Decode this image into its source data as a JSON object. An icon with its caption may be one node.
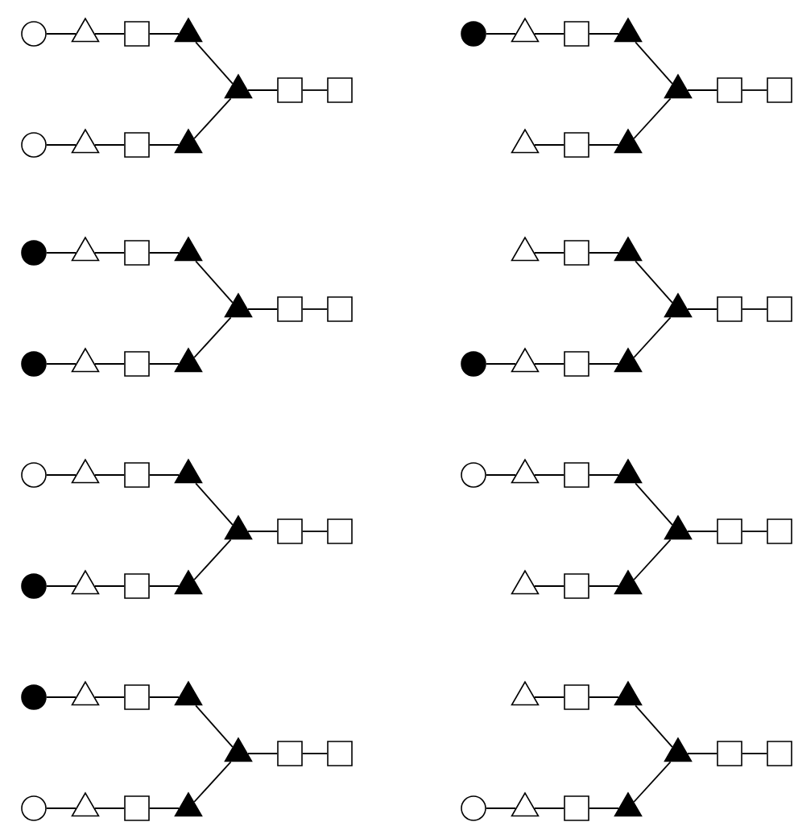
{
  "diagram": {
    "nodes": [
      {
        "text": [],
        "shape": "circle"
      },
      {
        "text": [],
        "shape": "triangle"
      },
      {
        "text": [],
        "shape": "box"
      },
      {
        "text": [],
        "shape": "solid-triangle"
      },
      {
        "text": [],
        "shape": "circle"
      },
      {
        "text": [],
        "shape": "triangle"
      },
      {
        "text": [],
        "shape": "box"
      },
      {
        "text": [],
        "shape": "solid-triangle"
      },
      {
        "text": [],
        "shape": "solid-triangle"
      },
      {
        "text": [],
        "shape": "box"
      },
      {
        "text": [],
        "shape": "box"
      },
      {
        "text": [],
        "shape": "dot"
      },
      {
        "text": [],
        "shape": "triangle"
      },
      {
        "text": [],
        "shape": "box"
      },
      {
        "text": [],
        "shape": "solid-triangle"
      },
      {
        "text": [],
        "shape": "triangle"
      },
      {
        "text": [],
        "shape": "box"
      },
      {
        "text": [],
        "shape": "solid-triangle"
      },
      {
        "text": [],
        "shape": "solid-triangle"
      },
      {
        "text": [],
        "shape": "box"
      },
      {
        "text": [],
        "shape": "box"
      },
      {
        "text": [],
        "shape": "dot"
      },
      {
        "text": [],
        "shape": "triangle"
      },
      {
        "text": [],
        "shape": "box"
      },
      {
        "text": [],
        "shape": "solid-triangle"
      },
      {
        "text": [],
        "shape": "dot"
      },
      {
        "text": [],
        "shape": "triangle"
      },
      {
        "text": [],
        "shape": "box"
      },
      {
        "text": [],
        "shape": "solid-triangle"
      },
      {
        "text": [],
        "shape": "solid-triangle"
      },
      {
        "text": [],
        "shape": "box"
      },
      {
        "text": [],
        "shape": "box"
      },
      {
        "text": [],
        "shape": "triangle"
      },
      {
        "text": [],
        "shape": "box"
      },
      {
        "text": [],
        "shape": "solid-triangle"
      },
      {
        "text": [],
        "shape": "dot"
      },
      {
        "text": [],
        "shape": "triangle"
      },
      {
        "text": [],
        "shape": "box"
      },
      {
        "text": [],
        "shape": "solid-triangle"
      },
      {
        "text": [],
        "shape": "solid-triangle"
      },
      {
        "text": [],
        "shape": "box"
      },
      {
        "text": [],
        "shape": "box"
      },
      {
        "text": [],
        "shape": "circle"
      },
      {
        "text": [],
        "shape": "triangle"
      },
      {
        "text": [],
        "shape": "box"
      },
      {
        "text": [],
        "shape": "solid-triangle"
      },
      {
        "text": [],
        "shape": "dot"
      },
      {
        "text": [],
        "shape": "triangle"
      },
      {
        "text": [],
        "shape": "box"
      },
      {
        "text": [],
        "shape": "solid-triangle"
      },
      {
        "text": [],
        "shape": "solid-triangle"
      },
      {
        "text": [],
        "shape": "box"
      },
      {
        "text": [],
        "shape": "box"
      },
      {
        "text": [],
        "shape": "circle"
      },
      {
        "text": [],
        "shape": "triangle"
      },
      {
        "text": [],
        "shape": "box"
      },
      {
        "text": [],
        "shape": "solid-triangle"
      },
      {
        "text": [],
        "shape": "triangle"
      },
      {
        "text": [],
        "shape": "box"
      },
      {
        "text": [],
        "shape": "solid-triangle"
      },
      {
        "text": [],
        "shape": "solid-triangle"
      },
      {
        "text": [],
        "shape": "box"
      },
      {
        "text": [],
        "shape": "box"
      },
      {
        "text": [],
        "shape": "dot"
      },
      {
        "text": [],
        "shape": "triangle"
      },
      {
        "text": [],
        "shape": "box"
      },
      {
        "text": [],
        "shape": "solid-triangle"
      },
      {
        "text": [],
        "shape": "circle"
      },
      {
        "text": [],
        "shape": "triangle"
      },
      {
        "text": [],
        "shape": "box"
      },
      {
        "text": [],
        "shape": "solid-triangle"
      },
      {
        "text": [],
        "shape": "solid-triangle"
      },
      {
        "text": [],
        "shape": "box"
      },
      {
        "text": [],
        "shape": "box"
      },
      {
        "text": [],
        "shape": "triangle"
      },
      {
        "text": [],
        "shape": "box"
      },
      {
        "text": [],
        "shape": "solid-triangle"
      },
      {
        "text": [],
        "shape": "circle"
      },
      {
        "text": [],
        "shape": "triangle"
      },
      {
        "text": [],
        "shape": "box"
      },
      {
        "text": [],
        "shape": "solid-triangle"
      },
      {
        "text": [],
        "shape": "solid-triangle"
      },
      {
        "text": [],
        "shape": "box"
      },
      {
        "text": [],
        "shape": "box"
      }
    ],
    "edges": [
      {
        "from": 0,
        "to": 1,
        "arrow": "none"
      },
      {
        "from": 1,
        "to": 2,
        "arrow": "none"
      },
      {
        "from": 2,
        "to": 3,
        "arrow": "none"
      },
      {
        "from": 4,
        "to": 5,
        "arrow": "none"
      },
      {
        "from": 5,
        "to": 6,
        "arrow": "none"
      },
      {
        "from": 6,
        "to": 7,
        "arrow": "none"
      },
      {
        "from": 3,
        "to": 8,
        "arrow": "none"
      },
      {
        "from": 7,
        "to": 8,
        "arrow": "none"
      },
      {
        "from": 8,
        "to": 9,
        "arrow": "none"
      },
      {
        "from": 9,
        "to": 10,
        "arrow": "none"
      },
      {
        "from": 11,
        "to": 12,
        "arrow": "none"
      },
      {
        "from": 12,
        "to": 13,
        "arrow": "none"
      },
      {
        "from": 13,
        "to": 14,
        "arrow": "none"
      },
      {
        "from": 15,
        "to": 16,
        "arrow": "none"
      },
      {
        "from": 16,
        "to": 17,
        "arrow": "none"
      },
      {
        "from": 14,
        "to": 18,
        "arrow": "none"
      },
      {
        "from": 17,
        "to": 18,
        "arrow": "none"
      },
      {
        "from": 18,
        "to": 19,
        "arrow": "none"
      },
      {
        "from": 19,
        "to": 20,
        "arrow": "none"
      },
      {
        "from": 21,
        "to": 22,
        "arrow": "none"
      },
      {
        "from": 22,
        "to": 23,
        "arrow": "none"
      },
      {
        "from": 23,
        "to": 24,
        "arrow": "none"
      },
      {
        "from": 25,
        "to": 26,
        "arrow": "none"
      },
      {
        "from": 26,
        "to": 27,
        "arrow": "none"
      },
      {
        "from": 27,
        "to": 28,
        "arrow": "none"
      },
      {
        "from": 24,
        "to": 29,
        "arrow": "none"
      },
      {
        "from": 28,
        "to": 29,
        "arrow": "none"
      },
      {
        "from": 29,
        "to": 30,
        "arrow": "none"
      },
      {
        "from": 30,
        "to": 31,
        "arrow": "none"
      },
      {
        "from": 32,
        "to": 33,
        "arrow": "none"
      },
      {
        "from": 33,
        "to": 34,
        "arrow": "none"
      },
      {
        "from": 35,
        "to": 36,
        "arrow": "none"
      },
      {
        "from": 36,
        "to": 37,
        "arrow": "none"
      },
      {
        "from": 37,
        "to": 38,
        "arrow": "none"
      },
      {
        "from": 34,
        "to": 39,
        "arrow": "none"
      },
      {
        "from": 38,
        "to": 39,
        "arrow": "none"
      },
      {
        "from": 39,
        "to": 40,
        "arrow": "none"
      },
      {
        "from": 40,
        "to": 41,
        "arrow": "none"
      },
      {
        "from": 42,
        "to": 43,
        "arrow": "none"
      },
      {
        "from": 43,
        "to": 44,
        "arrow": "none"
      },
      {
        "from": 44,
        "to": 45,
        "arrow": "none"
      },
      {
        "from": 46,
        "to": 47,
        "arrow": "none"
      },
      {
        "from": 47,
        "to": 48,
        "arrow": "none"
      },
      {
        "from": 48,
        "to": 49,
        "arrow": "none"
      },
      {
        "from": 45,
        "to": 50,
        "arrow": "none"
      },
      {
        "from": 49,
        "to": 50,
        "arrow": "none"
      },
      {
        "from": 50,
        "to": 51,
        "arrow": "none"
      },
      {
        "from": 51,
        "to": 52,
        "arrow": "none"
      },
      {
        "from": 53,
        "to": 54,
        "arrow": "none"
      },
      {
        "from": 54,
        "to": 55,
        "arrow": "none"
      },
      {
        "from": 55,
        "to": 56,
        "arrow": "none"
      },
      {
        "from": 57,
        "to": 58,
        "arrow": "none"
      },
      {
        "from": 58,
        "to": 59,
        "arrow": "none"
      },
      {
        "from": 56,
        "to": 60,
        "arrow": "none"
      },
      {
        "from": 59,
        "to": 60,
        "arrow": "none"
      },
      {
        "from": 60,
        "to": 61,
        "arrow": "none"
      },
      {
        "from": 61,
        "to": 62,
        "arrow": "none"
      },
      {
        "from": 63,
        "to": 64,
        "arrow": "none"
      },
      {
        "from": 64,
        "to": 65,
        "arrow": "none"
      },
      {
        "from": 65,
        "to": 66,
        "arrow": "none"
      },
      {
        "from": 67,
        "to": 68,
        "arrow": "none"
      },
      {
        "from": 68,
        "to": 69,
        "arrow": "none"
      },
      {
        "from": 69,
        "to": 70,
        "arrow": "none"
      },
      {
        "from": 66,
        "to": 71,
        "arrow": "none"
      },
      {
        "from": 70,
        "to": 71,
        "arrow": "none"
      },
      {
        "from": 71,
        "to": 72,
        "arrow": "none"
      },
      {
        "from": 72,
        "to": 73,
        "arrow": "none"
      },
      {
        "from": 74,
        "to": 75,
        "arrow": "none"
      },
      {
        "from": 75,
        "to": 76,
        "arrow": "none"
      },
      {
        "from": 77,
        "to": 78,
        "arrow": "none"
      },
      {
        "from": 78,
        "to": 79,
        "arrow": "none"
      },
      {
        "from": 79,
        "to": 80,
        "arrow": "none"
      },
      {
        "from": 76,
        "to": 81,
        "arrow": "none"
      },
      {
        "from": 80,
        "to": 81,
        "arrow": "none"
      },
      {
        "from": 81,
        "to": 82,
        "arrow": "none"
      },
      {
        "from": 82,
        "to": 83,
        "arrow": "none"
      }
    ]
  }
}
